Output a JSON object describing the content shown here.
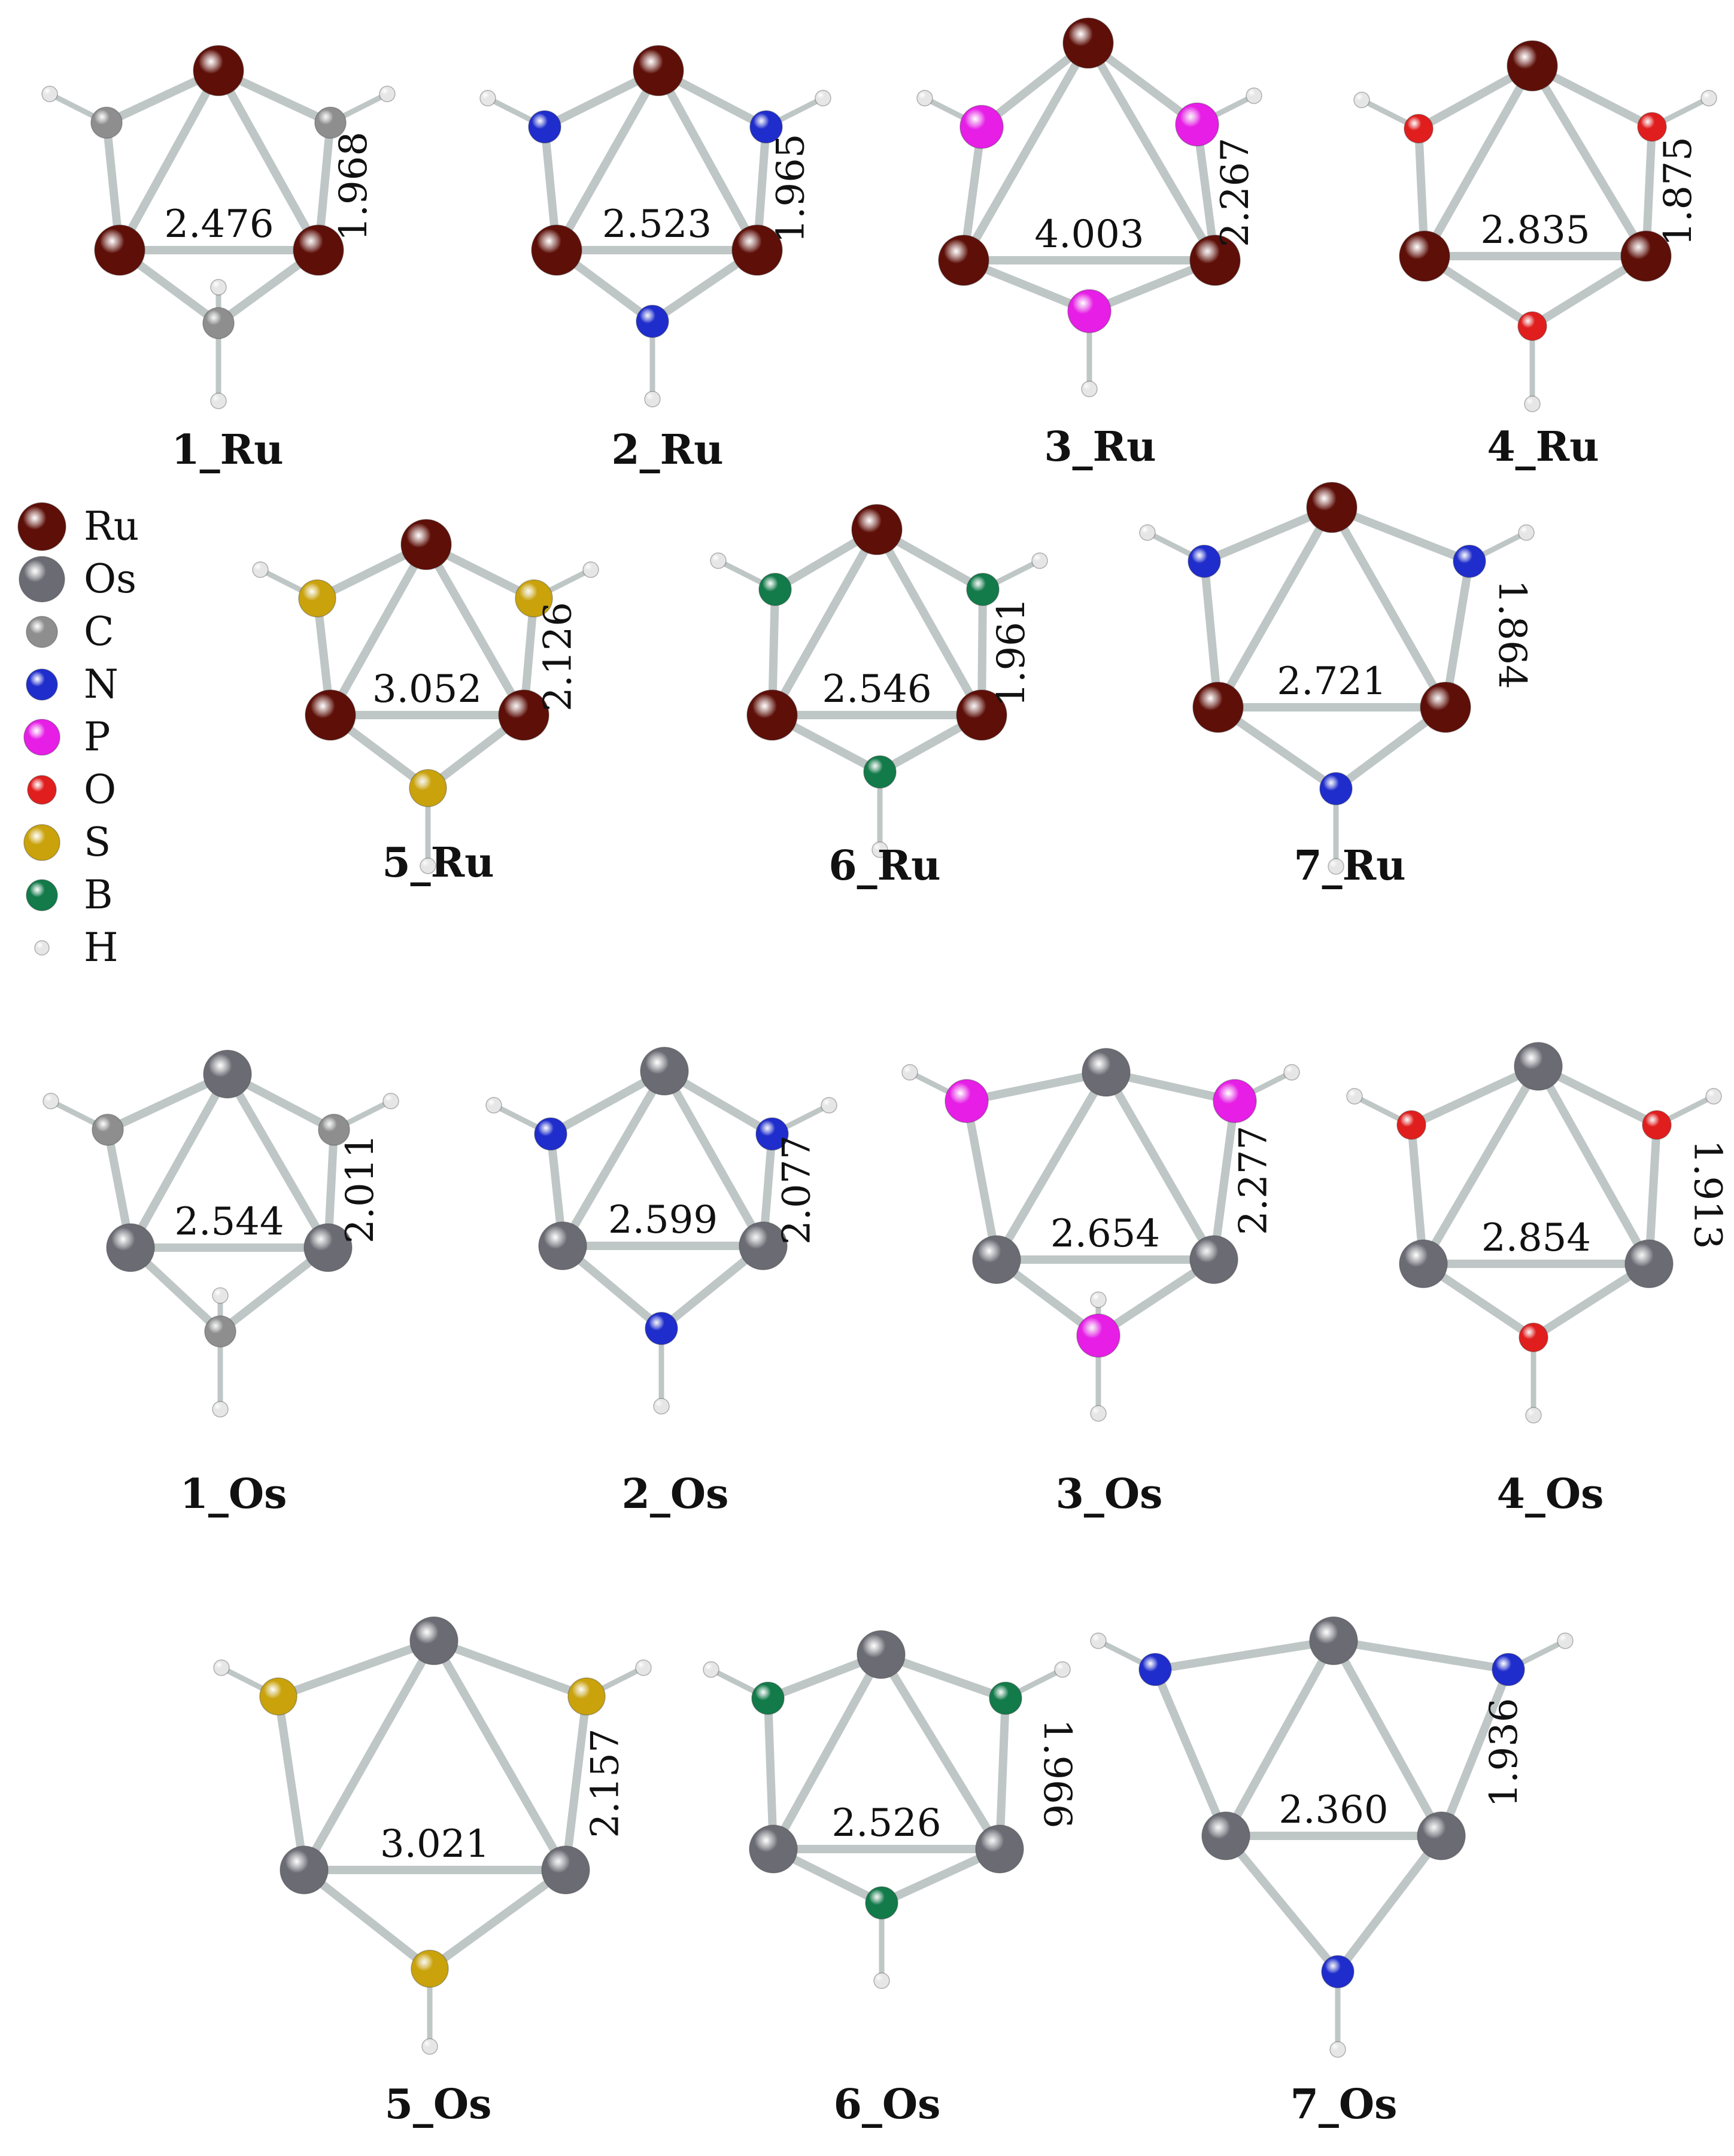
{
  "molecules": [
    {
      "id": "1_Ru",
      "label_main": "1",
      "label_metal": "_Ru",
      "metal": "Ru",
      "bridge": "C",
      "metal_metal": "2.476",
      "metal_bridge": "1.968",
      "bridge_h": "up"
    },
    {
      "id": "2_Ru",
      "label_main": "2",
      "label_metal": "_Ru",
      "metal": "Ru",
      "bridge": "N",
      "metal_metal": "2.523",
      "metal_bridge": "1.965",
      "bridge_h": "down"
    },
    {
      "id": "3_Ru",
      "label_main": "3",
      "label_metal": "_Ru",
      "metal": "Ru",
      "bridge": "P",
      "metal_metal": "4.003",
      "metal_bridge": "2.267",
      "bridge_h": "down"
    },
    {
      "id": "4_Ru",
      "label_main": "4",
      "label_metal": "_Ru",
      "metal": "Ru",
      "bridge": "O",
      "metal_metal": "2.835",
      "metal_bridge": "1.875",
      "bridge_h": "down"
    },
    {
      "id": "5_Ru",
      "label_main": "5",
      "label_metal": "_Ru",
      "metal": "Ru",
      "bridge": "S",
      "metal_metal": "3.052",
      "metal_bridge": "2.126",
      "bridge_h": "down"
    },
    {
      "id": "6_Ru",
      "label_main": "6",
      "label_metal": "_Ru",
      "metal": "Ru",
      "bridge": "B",
      "metal_metal": "2.546",
      "metal_bridge": "1.961",
      "bridge_h": "down"
    },
    {
      "id": "7_Ru",
      "label_main": "7",
      "label_metal": "_Ru",
      "metal": "Ru",
      "bridge": "N",
      "metal_metal": "2.721",
      "metal_bridge": "1.864",
      "bridge_h": "down"
    },
    {
      "id": "1_Os",
      "label_main": "1",
      "label_metal": "_Os",
      "metal": "Os",
      "bridge": "C",
      "metal_metal": "2.544",
      "metal_bridge": "2.011",
      "bridge_h": "up"
    },
    {
      "id": "2_Os",
      "label_main": "2",
      "label_metal": "_Os",
      "metal": "Os",
      "bridge": "N",
      "metal_metal": "2.599",
      "metal_bridge": "2.077",
      "bridge_h": "down"
    },
    {
      "id": "3_Os",
      "label_main": "3",
      "label_metal": "_Os",
      "metal": "Os",
      "bridge": "P",
      "metal_metal": "2.654",
      "metal_bridge": "2.277",
      "bridge_h": "both"
    },
    {
      "id": "4_Os",
      "label_main": "4",
      "label_metal": "_Os",
      "metal": "Os",
      "bridge": "O",
      "metal_metal": "2.854",
      "metal_bridge": "1.913",
      "bridge_h": "down"
    },
    {
      "id": "5_Os",
      "label_main": "5",
      "label_metal": "_Os",
      "metal": "Os",
      "bridge": "S",
      "metal_metal": "3.021",
      "metal_bridge": "2.157",
      "bridge_h": "down"
    },
    {
      "id": "6_Os",
      "label_main": "6",
      "label_metal": "_Os",
      "metal": "Os",
      "bridge": "B",
      "metal_metal": "2.526",
      "metal_bridge": "1.966",
      "bridge_h": "down"
    },
    {
      "id": "7_Os",
      "label_main": "7",
      "label_metal": "_Os",
      "metal": "Os",
      "bridge": "N",
      "metal_metal": "2.360",
      "metal_bridge": "1.936",
      "bridge_h": "down"
    }
  ],
  "legend": [
    {
      "symbol": "Ru",
      "color": "#5e0f08"
    },
    {
      "symbol": "Os",
      "color": "#6b6b74"
    },
    {
      "symbol": "C",
      "color": "#8e8e8e"
    },
    {
      "symbol": "N",
      "color": "#1f2dcc"
    },
    {
      "symbol": "P",
      "color": "#e61ee6"
    },
    {
      "symbol": "O",
      "color": "#e01e1e"
    },
    {
      "symbol": "S",
      "color": "#c9a20c"
    },
    {
      "symbol": "B",
      "color": "#137a4a"
    },
    {
      "symbol": "H",
      "color": "#e6e6e6"
    }
  ],
  "bond_color": "#bfc6c6"
}
